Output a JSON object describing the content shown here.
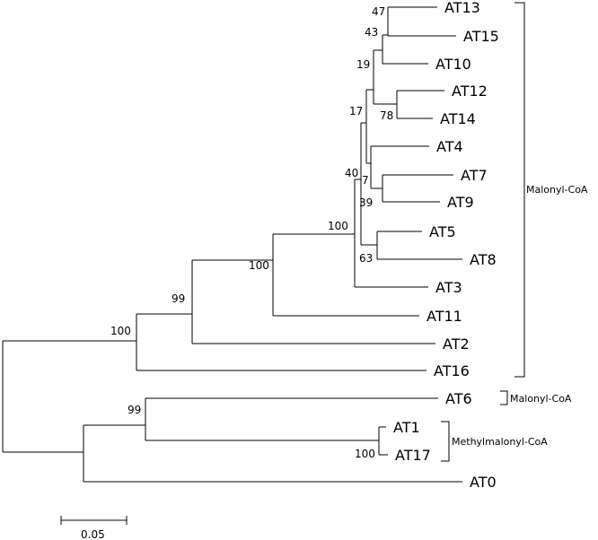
{
  "leaves": {
    "AT13": "AT13",
    "AT15": "AT15",
    "AT10": "AT10",
    "AT12": "AT12",
    "AT14": "AT14",
    "AT4": "AT4",
    "AT7": "AT7",
    "AT9": "AT9",
    "AT5": "AT5",
    "AT8": "AT8",
    "AT3": "AT3",
    "AT11": "AT11",
    "AT2": "AT2",
    "AT16": "AT16",
    "AT6": "AT6",
    "AT1": "AT1",
    "AT17": "AT17",
    "AT0": "AT0"
  },
  "bootstrap": {
    "n13_15": "47",
    "n13_10": "43",
    "n12_14": "78",
    "n_upper": "19",
    "n_a": "17",
    "n_b": "7",
    "n7_9": "39",
    "n5_8": "63",
    "n_core": "40",
    "n_with3": "100",
    "n_with11": "100",
    "n_with2": "99",
    "n_with16": "100",
    "n_bottom": "99",
    "n1_17": "100"
  },
  "groups": {
    "malonyl_main": "Malonyl-CoA",
    "malonyl_at6": "Malonyl-CoA",
    "methylmalonyl": "Methylmalonyl-CoA"
  },
  "scale_bar": {
    "label": "0.05"
  }
}
